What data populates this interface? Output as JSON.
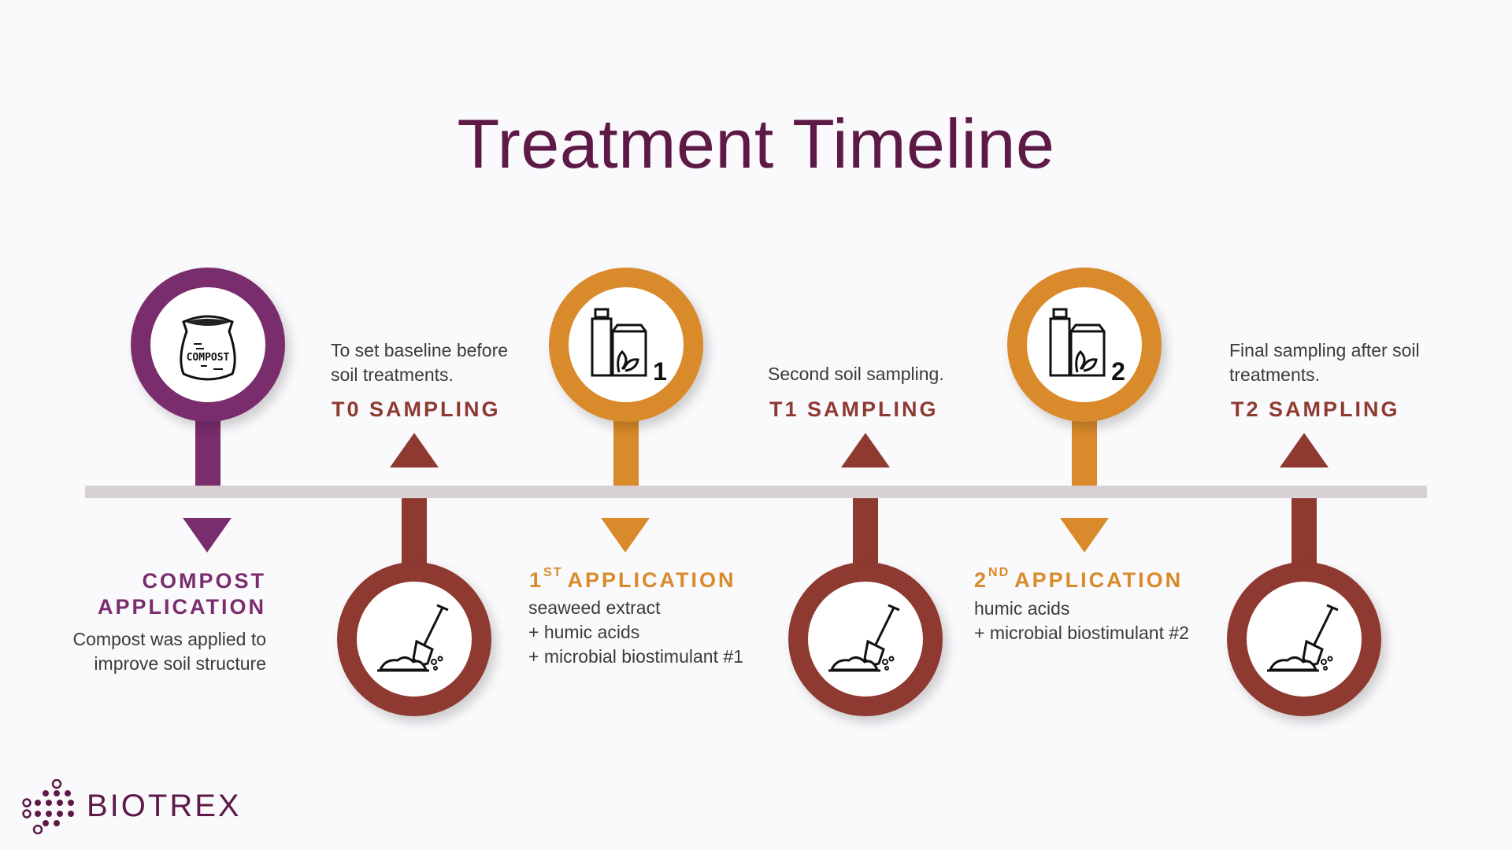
{
  "title": "Treatment Timeline",
  "colors": {
    "compost": "#7a2d6c",
    "application": "#d98a2a",
    "sampling": "#8e3a31",
    "axis": "#d8d2d6",
    "title": "#5e1a47"
  },
  "events": [
    {
      "heading_lines": [
        "COMPOST",
        "APPLICATION"
      ],
      "desc_lines": [
        "Compost was applied to",
        "improve soil structure"
      ],
      "icon": "compost-bag-icon",
      "icon_label": "COMPOST"
    },
    {
      "heading": "T0 SAMPLING",
      "desc_lines": [
        "To set baseline before",
        "soil treatments."
      ],
      "icon": "shovel-icon"
    },
    {
      "heading_num": "1",
      "heading_sup": "ST",
      "heading_rest": "APPLICATION",
      "desc_lines": [
        "seaweed extract",
        "+ humic acids",
        "+ microbial biostimulant #1"
      ],
      "icon": "biostimulant-bottles-icon",
      "icon_number": "1"
    },
    {
      "heading": "T1 SAMPLING",
      "desc_lines": [
        "Second soil sampling."
      ],
      "icon": "shovel-icon"
    },
    {
      "heading_num": "2",
      "heading_sup": "ND",
      "heading_rest": "APPLICATION",
      "desc_lines": [
        "humic acids",
        "+ microbial biostimulant #2"
      ],
      "icon": "biostimulant-bottles-icon",
      "icon_number": "2"
    },
    {
      "heading": "T2 SAMPLING",
      "desc_lines": [
        "Final sampling after soil",
        "treatments."
      ],
      "icon": "shovel-icon"
    }
  ],
  "logo": {
    "text": "BIOTREX",
    "icon": "dots-logo-icon"
  }
}
